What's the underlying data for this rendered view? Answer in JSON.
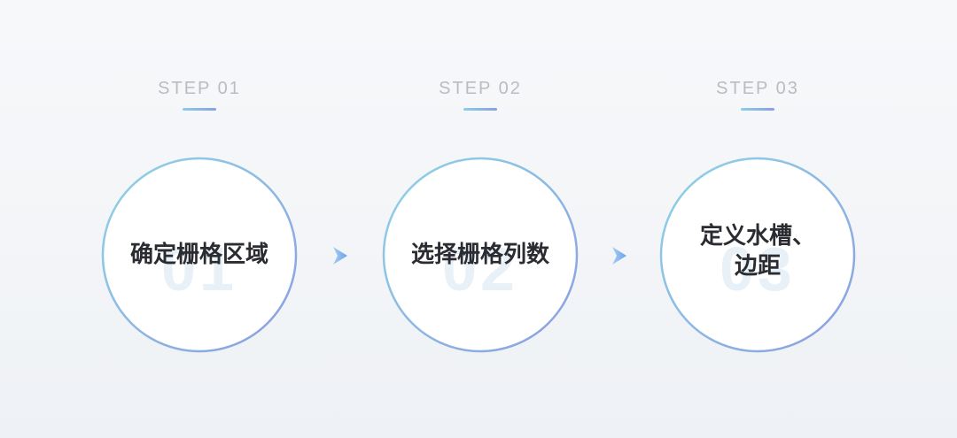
{
  "steps": [
    {
      "label": "STEP 01",
      "number": "01",
      "title_lines": [
        "确定栅格区域"
      ]
    },
    {
      "label": "STEP 02",
      "number": "02",
      "title_lines": [
        "选择栅格列数"
      ]
    },
    {
      "label": "STEP 03",
      "number": "03",
      "title_lines": [
        "定义水槽、",
        "边距"
      ]
    }
  ],
  "colors": {
    "ring_start": "#8fd4e6",
    "ring_end": "#8b9de0",
    "arrow_start": "#a9cdf2",
    "arrow_end": "#6aa2e8",
    "label": "#b9bcc2",
    "title": "#2a2c31"
  },
  "icons": {
    "connector": "chevron-right-arrow"
  }
}
